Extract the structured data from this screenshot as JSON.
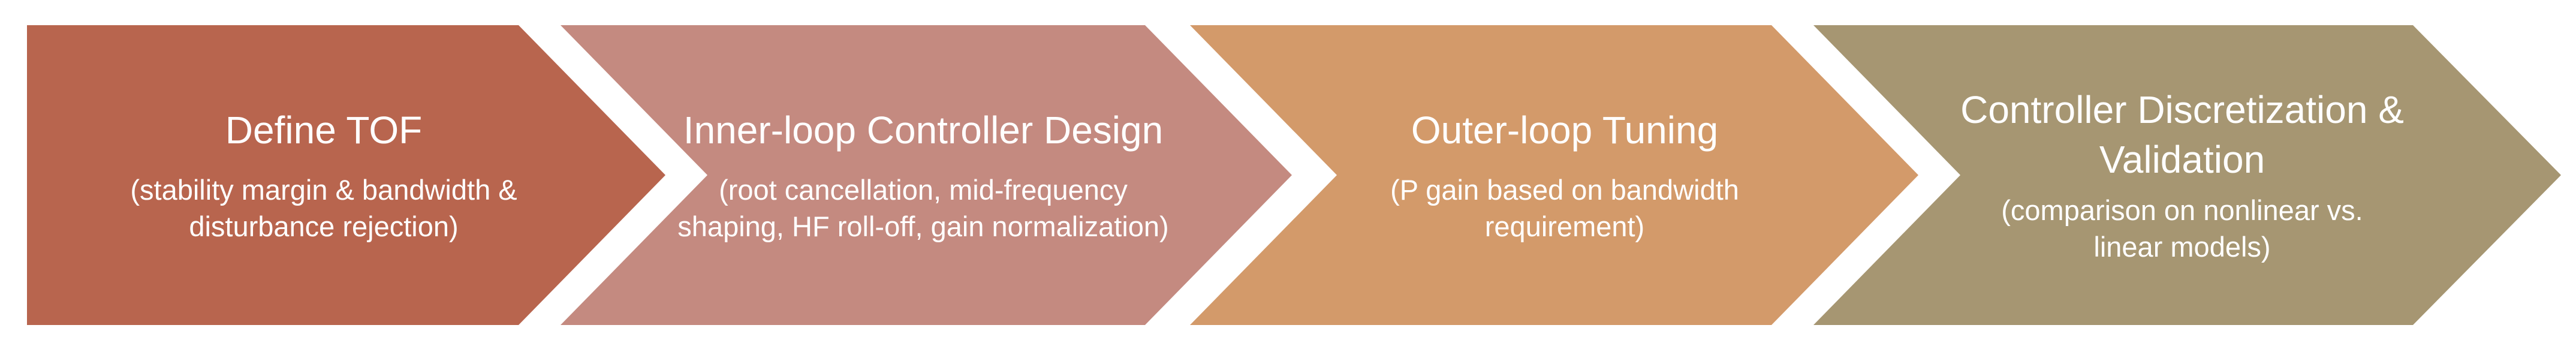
{
  "steps": [
    {
      "title": "Define TOF",
      "desc_lines": [
        "(stability margin & bandwidth &",
        "disturbance rejection)"
      ],
      "color": "#B8654E"
    },
    {
      "title": "Inner-loop Controller Design",
      "desc_lines": [
        "(root cancellation, mid-frequency",
        "shaping, HF roll-off, gain normalization)"
      ],
      "color": "#C48A80"
    },
    {
      "title": "Outer-loop Tuning",
      "desc_lines": [
        "(P gain based on bandwidth",
        "requirement)"
      ],
      "color": "#D39A6A"
    },
    {
      "title_lines": [
        "Controller Discretization &",
        "Validation"
      ],
      "desc_lines": [
        "(comparison on nonlinear vs.",
        "linear models)"
      ],
      "color": "#A69672"
    }
  ]
}
